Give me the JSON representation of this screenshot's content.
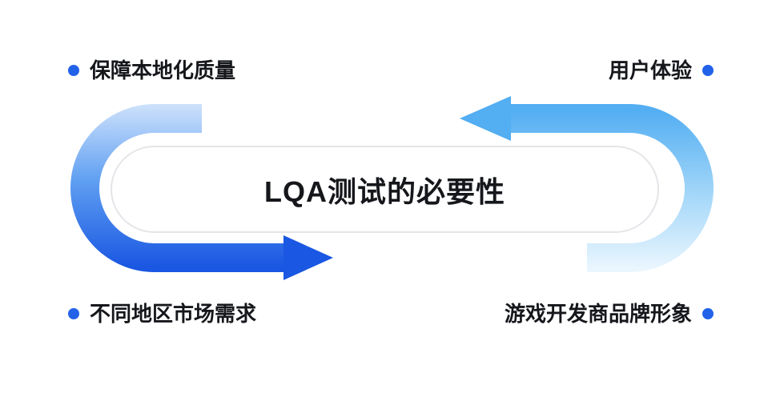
{
  "diagram": {
    "title": "LQA测试的必要性",
    "items": [
      {
        "label": "保障本地化质量",
        "position": "top-left"
      },
      {
        "label": "用户体验",
        "position": "top-right"
      },
      {
        "label": "不同地区市场需求",
        "position": "bottom-left"
      },
      {
        "label": "游戏开发商品牌形象",
        "position": "bottom-right"
      }
    ],
    "arrows": [
      {
        "name": "left-cycle-arrow",
        "flow": "top to bottom, arrowhead points right"
      },
      {
        "name": "right-cycle-arrow",
        "flow": "bottom to top, arrowhead points left"
      }
    ],
    "colors": {
      "dot_blue": "#2262e9",
      "left_arrow_tail": "#dceafc",
      "left_arrow_mid": "#5f9ff2",
      "left_arrow_head": "#1a57e2",
      "right_arrow_tail": "#eaf6fe",
      "right_arrow_mid": "#a6d8f9",
      "right_arrow_head": "#53aef2",
      "pill_border": "#e4e5e9",
      "text": "#15171b"
    }
  }
}
